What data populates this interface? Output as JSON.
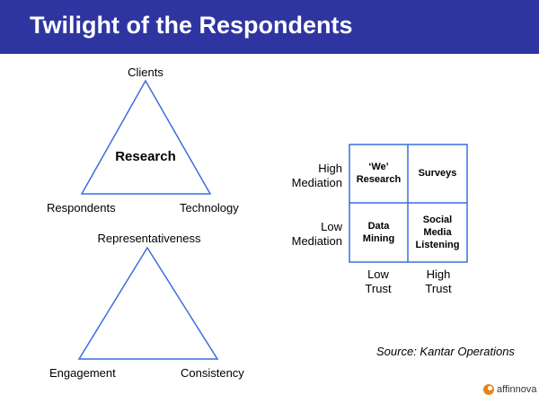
{
  "title": "Twilight of the Respondents",
  "triangle_top": {
    "apex": "Clients",
    "center": "Research",
    "left": "Respondents",
    "right": "Technology"
  },
  "triangle_bottom": {
    "apex": "Representativeness",
    "left": "Engagement",
    "right": "Consistency"
  },
  "matrix": {
    "row_labels": [
      "High\nMediation",
      "Low\nMediation"
    ],
    "col_labels": [
      "Low\nTrust",
      "High\nTrust"
    ],
    "cells": [
      "‘We’\nResearch",
      "Surveys",
      "Data\nMining",
      "Social\nMedia\nListening"
    ]
  },
  "source": "Source: Kantar Operations",
  "logo": {
    "text": "affinnova",
    "accent_color": "#e8821e"
  },
  "colors": {
    "title_bar": "#2f35a0",
    "lines": "#3a6fdc"
  }
}
